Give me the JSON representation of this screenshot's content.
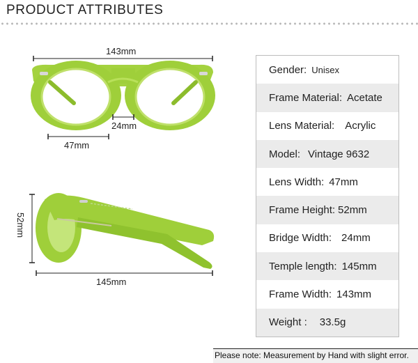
{
  "header": {
    "title": "PRODUCT ATTRIBUTES"
  },
  "dimensions": {
    "frame_width": "143mm",
    "bridge": "24mm",
    "lens": "47mm",
    "temple": "145mm",
    "height": "52mm"
  },
  "specs": [
    {
      "label": "Gender:",
      "value": "Unisex"
    },
    {
      "label": "Frame Material:",
      "value": "Acetate"
    },
    {
      "label": "Lens Material:",
      "value": "Acrylic"
    },
    {
      "label": "Model:",
      "value": "Vintage 9632"
    },
    {
      "label": "Lens Width:",
      "value": "47mm"
    },
    {
      "label": "Frame Height:",
      "value": "52mm"
    },
    {
      "label": "Bridge Width:",
      "value": "24mm"
    },
    {
      "label": "Temple length:",
      "value": "145mm"
    },
    {
      "label": "Frame Width:",
      "value": "143mm"
    },
    {
      "label": "Weight :",
      "value": "33.5g"
    }
  ],
  "footnote": "Please note: Measurement by Hand with slight error.",
  "colors": {
    "frame_green": "#9fcf3a",
    "frame_green_dark": "#7fae22",
    "table_alt": "#ebebeb"
  }
}
